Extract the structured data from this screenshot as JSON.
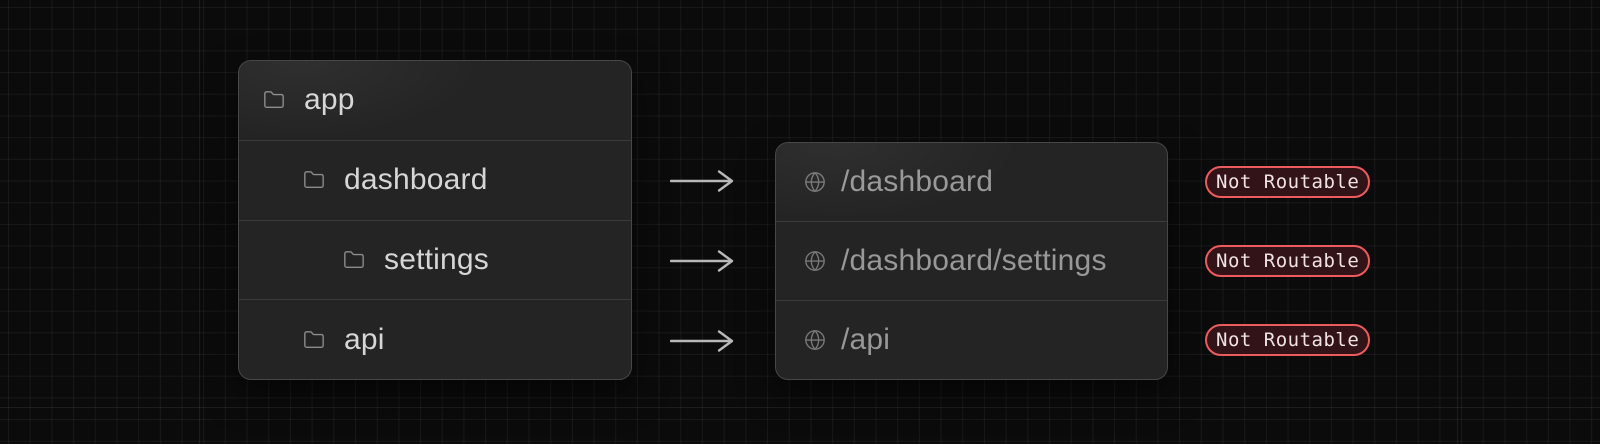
{
  "diagram": {
    "description": "Folder structure mapped to URL paths, each marked not routable",
    "tree_panel": {
      "items": [
        {
          "label": "app",
          "depth": 0,
          "icon": "folder-icon"
        },
        {
          "label": "dashboard",
          "depth": 1,
          "icon": "folder-icon"
        },
        {
          "label": "settings",
          "depth": 2,
          "icon": "folder-icon"
        },
        {
          "label": "api",
          "depth": 1,
          "icon": "folder-icon"
        }
      ]
    },
    "routes_panel": {
      "items": [
        {
          "path": "/dashboard",
          "icon": "globe-icon",
          "status": "Not Routable"
        },
        {
          "path": "/dashboard/settings",
          "icon": "globe-icon",
          "status": "Not Routable"
        },
        {
          "path": "/api",
          "icon": "globe-icon",
          "status": "Not Routable"
        }
      ]
    },
    "arrows": {
      "icon": "arrow-right-icon",
      "count": 3
    },
    "colors": {
      "background": "#0b0b0b",
      "grid_line": "#1d1d1d",
      "card_background": "#242424",
      "card_border": "#474747",
      "row_divider": "#3b3b3b",
      "tree_text": "#d6d6d6",
      "route_text": "#989898",
      "icon_gray": "#8c8c8c",
      "globe_gray": "#787878",
      "arrow": "#b8b8b8",
      "badge_border": "#ee5b5e",
      "badge_background": "#321318",
      "badge_text": "#f0e3e3"
    }
  }
}
